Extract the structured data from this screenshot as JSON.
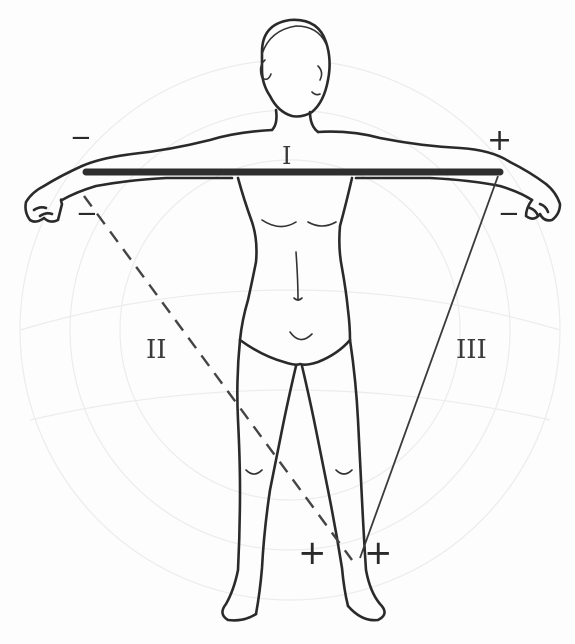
{
  "leads": [
    {
      "id": "I",
      "label": "I",
      "style": "thick-solid"
    },
    {
      "id": "II",
      "label": "II",
      "style": "dashed"
    },
    {
      "id": "III",
      "label": "III",
      "style": "thin-solid"
    }
  ],
  "polarity": {
    "right_arm_top": "−",
    "right_arm_bottom": "−",
    "left_arm_top": "+",
    "left_arm_bottom": "−",
    "leg_left": "+",
    "leg_right": "+"
  }
}
